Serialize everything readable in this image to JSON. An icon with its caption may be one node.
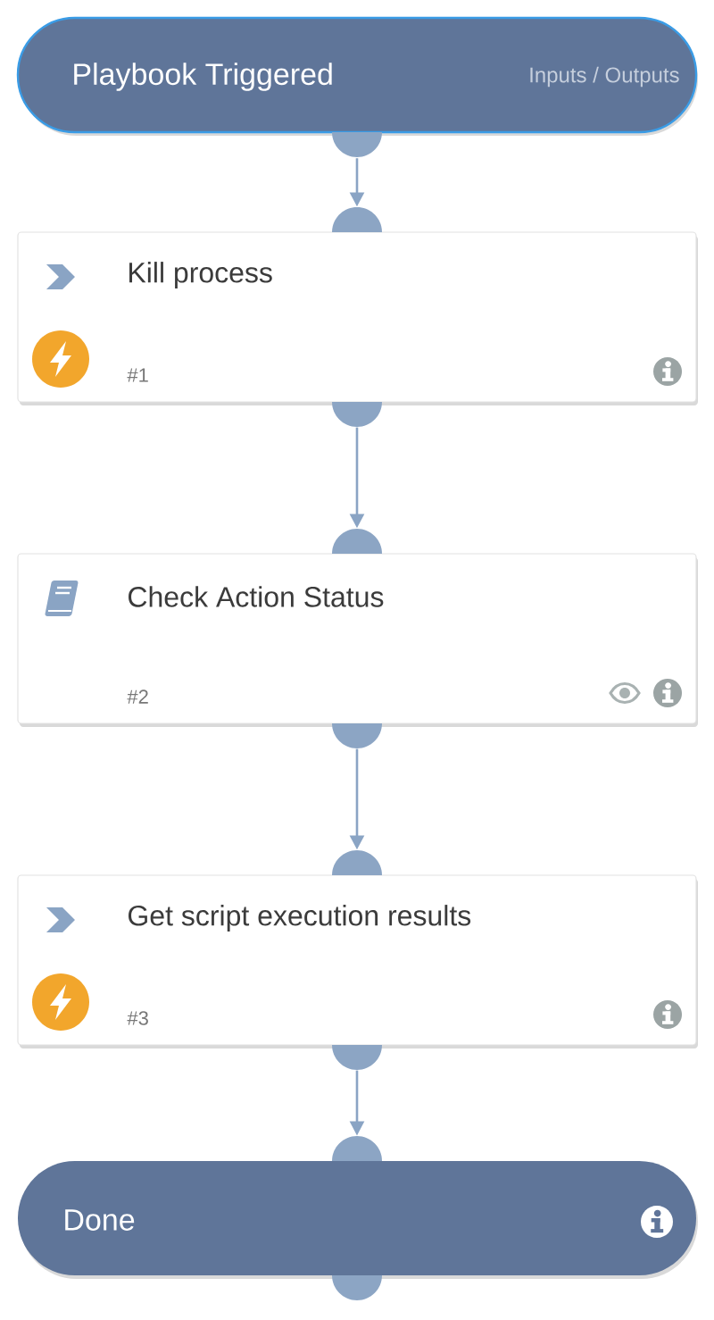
{
  "diagram": {
    "nodes": [
      {
        "text": [
          "Playbook Triggered",
          "Inputs / Outputs"
        ]
      },
      {
        "text": [
          "Kill process",
          "#1"
        ]
      },
      {
        "text": [
          "Check Action Status",
          "#2"
        ]
      },
      {
        "text": [
          "Get script execution results",
          "#3"
        ]
      },
      {
        "text": [
          "Done"
        ]
      }
    ],
    "edges": [
      {
        "from": 0,
        "to": 1,
        "arrow": "to"
      },
      {
        "from": 1,
        "to": 2,
        "arrow": "to"
      },
      {
        "from": 2,
        "to": 3,
        "arrow": "to"
      },
      {
        "from": 3,
        "to": 4,
        "arrow": "to"
      }
    ]
  }
}
